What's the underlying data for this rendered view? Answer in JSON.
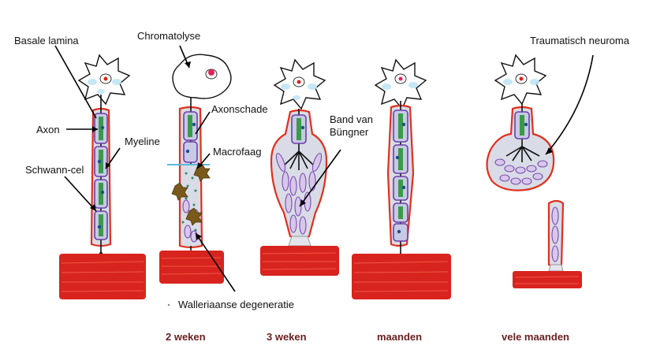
{
  "labels": {
    "basale_lamina": "Basale lamina",
    "axon": "Axon",
    "myeline": "Myeline",
    "schwann_cel": "Schwann-cel",
    "chromatolyse": "Chromatolyse",
    "axonschade": "Axonschade",
    "macrofaag": "Macrofaag",
    "wallerian": "Walleriaanse degeneratie",
    "band_line1": "Band van",
    "band_line2": "Büngner",
    "neuroma": "Traumatisch neuroma"
  },
  "stages": [
    "2 weken",
    "3 weken",
    "maanden",
    "vele maanden"
  ],
  "colors": {
    "lamina": "#e0301e",
    "schwann": "#6a3fa8",
    "myelin": "#3a9a4a",
    "nucleus": "#1c4f8a",
    "muscle": "#d8241e",
    "macrophage": "#7a5a1a",
    "label_time": "#6b1f1f"
  }
}
